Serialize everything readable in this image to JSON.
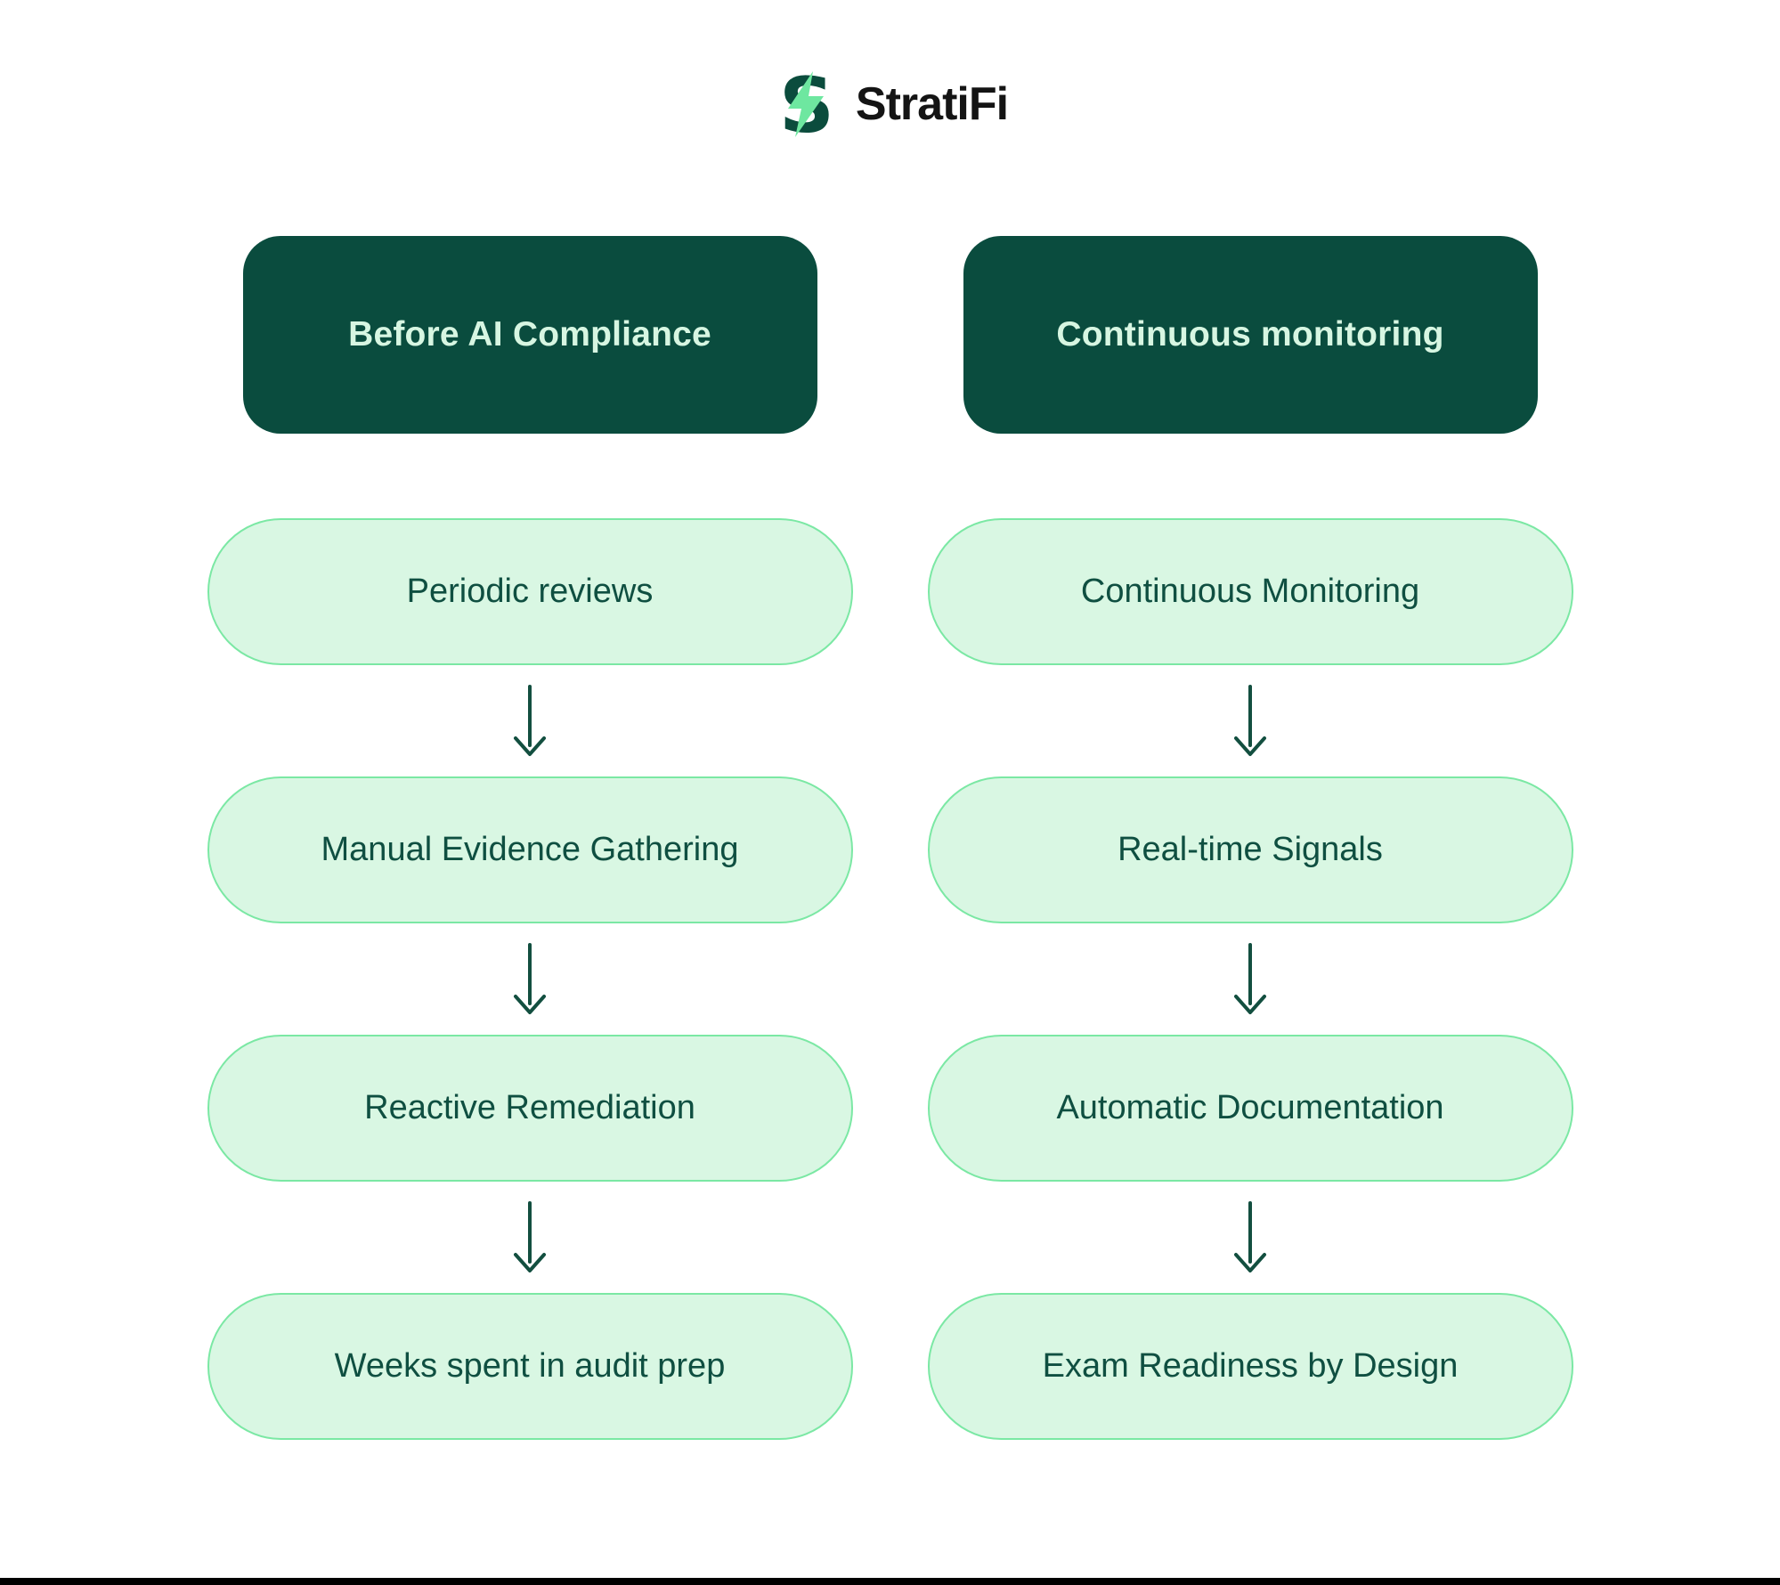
{
  "brand": {
    "name": "StratiFi",
    "logo_icon": "lightning-bolt-s-logo"
  },
  "colors": {
    "header_bg": "#0a4c3e",
    "header_text": "#d7f6e2",
    "pill_bg": "#d9f7e3",
    "pill_border": "#7be8a4",
    "pill_text": "#0f4f41",
    "arrow": "#134f40",
    "logo_dark": "#0b4c3d",
    "logo_accent": "#6ee7a0",
    "brand_text": "#141414",
    "bottom_bar": "#000000"
  },
  "columns": [
    {
      "header": "Before AI Compliance",
      "steps": [
        "Periodic reviews",
        "Manual Evidence Gathering",
        "Reactive Remediation",
        "Weeks spent in audit prep"
      ]
    },
    {
      "header": "Continuous monitoring",
      "steps": [
        "Continuous Monitoring",
        "Real-time Signals",
        "Automatic Documentation",
        "Exam Readiness by Design"
      ]
    }
  ]
}
